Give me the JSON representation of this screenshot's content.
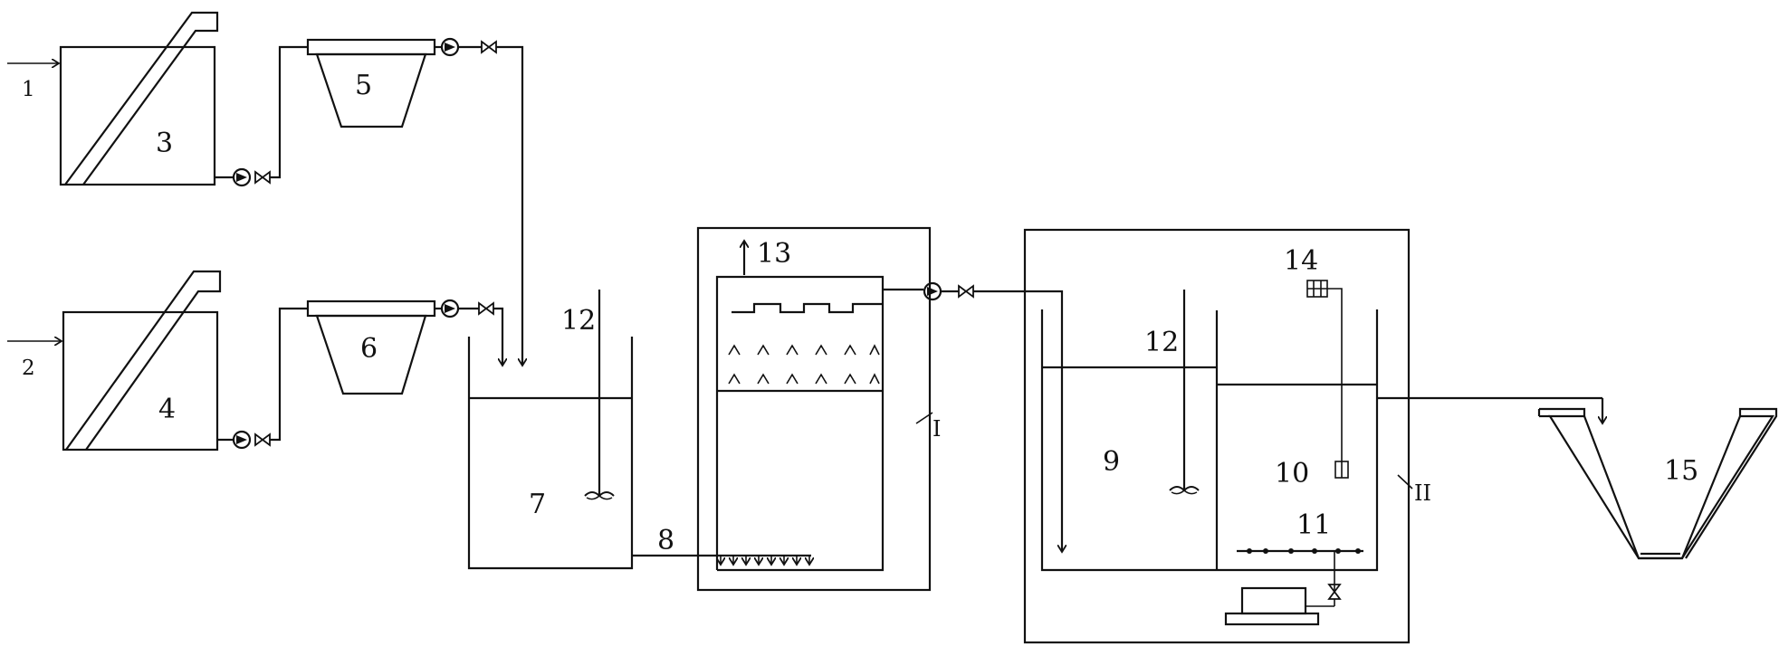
{
  "diagram": {
    "labels": {
      "inflow_1": "1",
      "inflow_2": "2",
      "tank_3": "3",
      "tank_4": "4",
      "hopper_5": "5",
      "hopper_6": "6",
      "tank_7": "7",
      "pipe_8": "8",
      "zone_9": "9",
      "zone_10": "10",
      "aerator_11": "11",
      "stirrer_12a": "12",
      "stirrer_12b": "12",
      "outlet_13": "13",
      "sensor_14": "14",
      "basin_15": "15",
      "unit_I": "I",
      "unit_II": "II"
    }
  }
}
